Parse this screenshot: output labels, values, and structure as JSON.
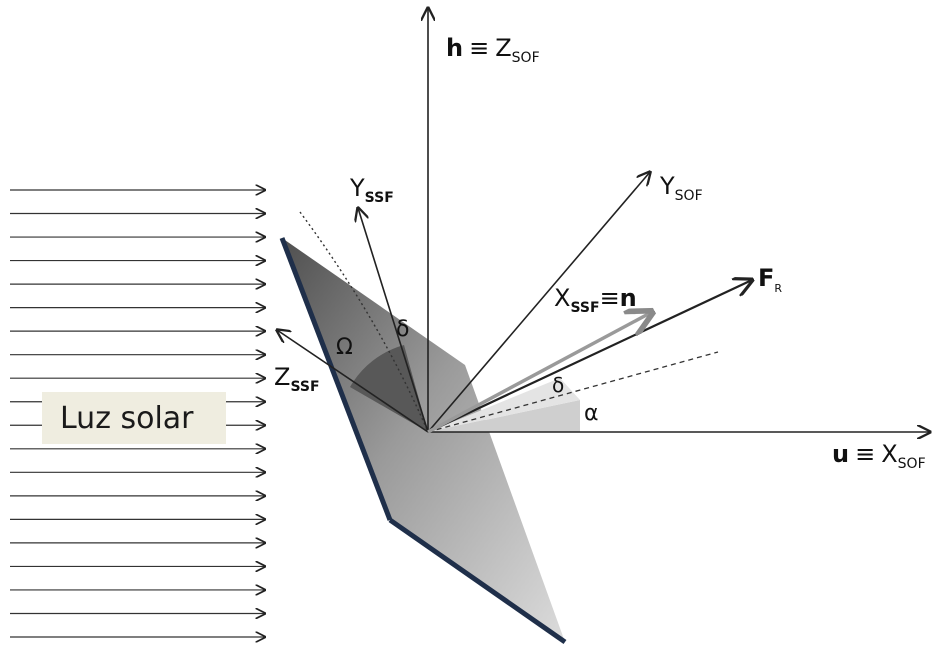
{
  "labels": {
    "h": "h",
    "equiv": "≡",
    "z_main": "Z",
    "sof_sub": "SOF",
    "ssf_sub": "SSF",
    "y_main": "Y",
    "x_main": "X",
    "u": "u",
    "n": "n",
    "f_main": "F",
    "r_sub": "R",
    "omega": "Ω",
    "delta": "δ",
    "alpha": "α"
  },
  "sunlight": {
    "label": "Luz solar",
    "ray_count": 20
  },
  "colors": {
    "sail_dark": "#5e5e5e",
    "sail_light": "#d8d8d8",
    "sail_edge": "#1f2f4a",
    "sun_box": "#efede0",
    "axis": "#222222",
    "normal_vector": "#9a9a9a"
  }
}
